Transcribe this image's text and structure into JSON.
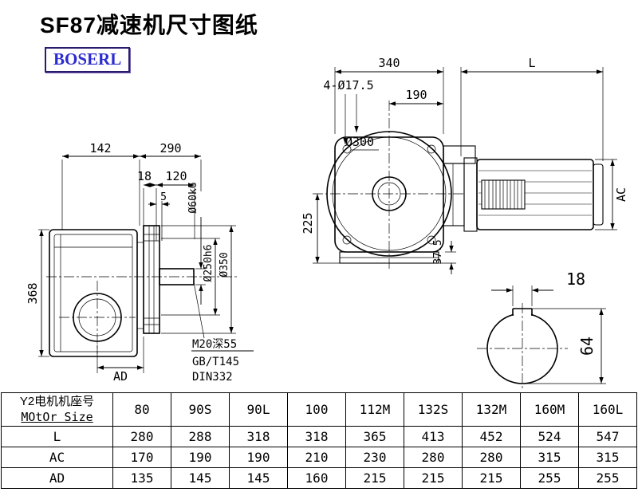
{
  "page": {
    "title": "SF87减速机尺寸图纸",
    "brand": "BOSERL"
  },
  "colors": {
    "line": "#000000",
    "brand_text": "#2b2bd0",
    "brand_border": "#2a1b6e"
  },
  "drawing": {
    "left": {
      "w142": "142",
      "w290": "290",
      "w18": "18",
      "w120": "120",
      "w5": "5",
      "h368": "368",
      "ad": "AD",
      "shaft_dia": "Ø60k6",
      "spigot_dia": "Ø250h6",
      "flange_dia": "Ø350",
      "tap": "M20深55",
      "std_gb": "GB/T145",
      "std_din": "DIN332"
    },
    "right": {
      "w340": "340",
      "l": "L",
      "holes": "4-Ø17.5",
      "w190": "190",
      "dia300": "Ø300",
      "h225": "225",
      "h37_5": "37.5",
      "ac": "AC"
    },
    "shaft": {
      "key_w": "18",
      "h64": "64"
    }
  },
  "table": {
    "header": {
      "line1": "Y2电机机座号",
      "line2": "MOtOr Size"
    },
    "sizes": [
      "80",
      "90S",
      "90L",
      "100",
      "112M",
      "132S",
      "132M",
      "160M",
      "160L"
    ],
    "rows": [
      {
        "label": "L",
        "values": [
          "280",
          "288",
          "318",
          "318",
          "365",
          "413",
          "452",
          "524",
          "547"
        ]
      },
      {
        "label": "AC",
        "values": [
          "170",
          "190",
          "190",
          "210",
          "230",
          "280",
          "280",
          "315",
          "315"
        ]
      },
      {
        "label": "AD",
        "values": [
          "135",
          "145",
          "145",
          "160",
          "215",
          "215",
          "215",
          "255",
          "255"
        ]
      }
    ]
  }
}
